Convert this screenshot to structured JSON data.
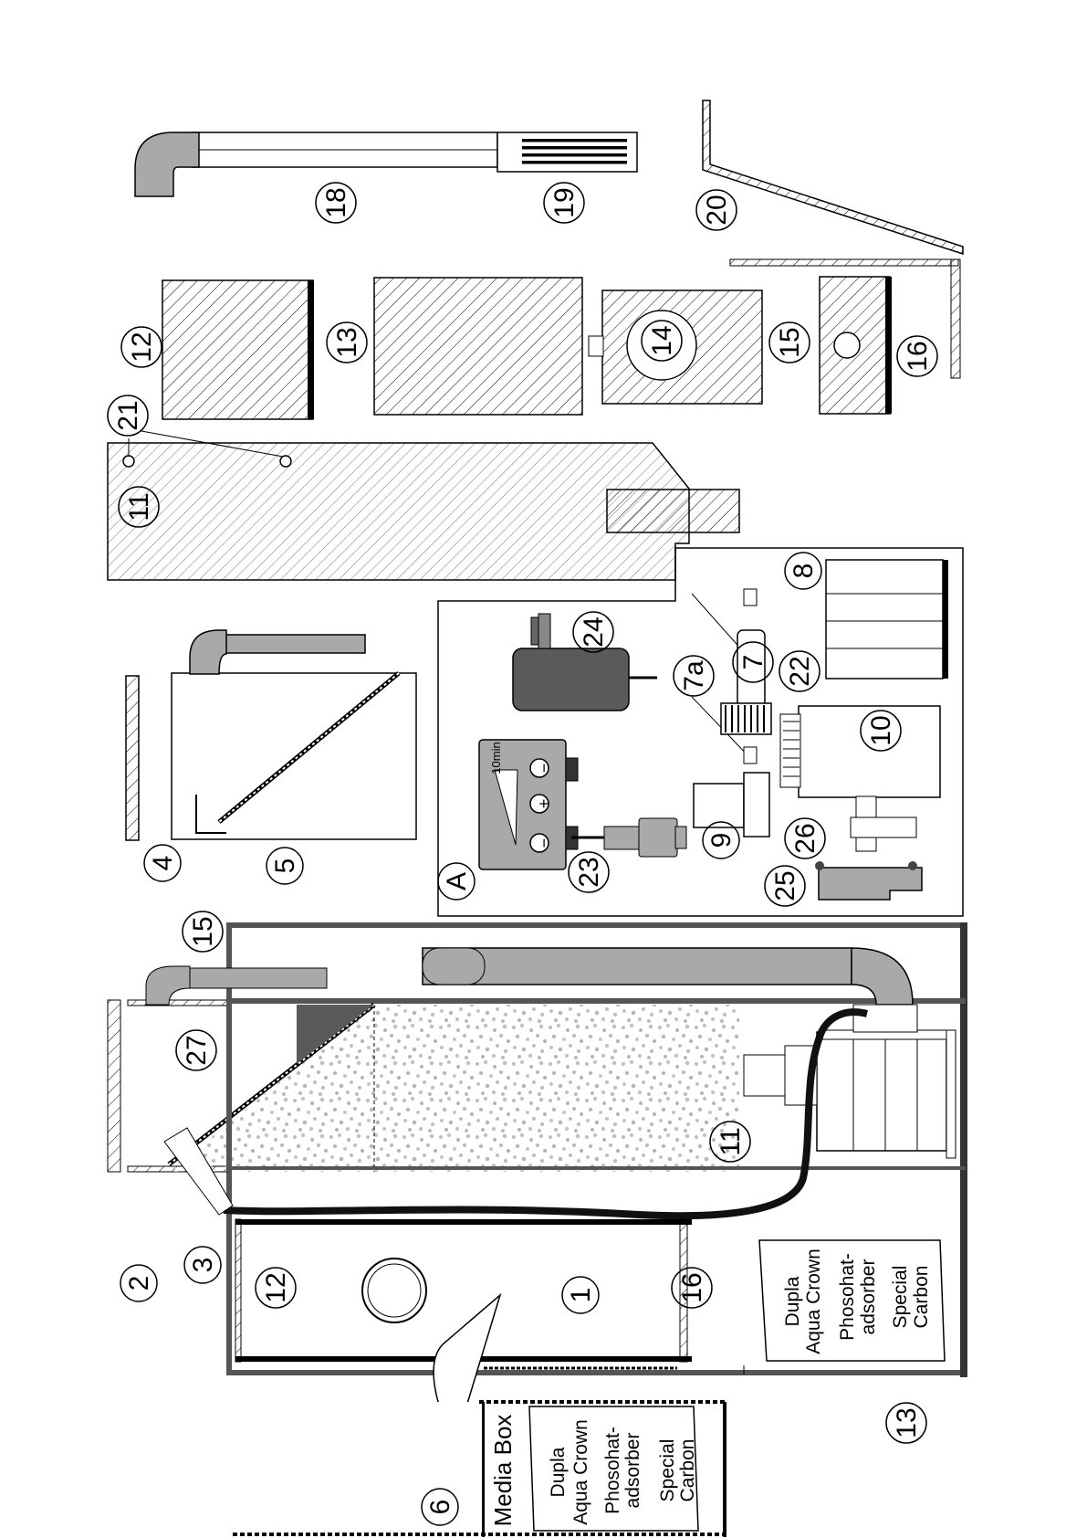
{
  "callouts": {
    "c1": "1",
    "c2": "2",
    "c3": "3",
    "c4": "4",
    "c5": "5",
    "c6": "6",
    "c7": "7",
    "c7a": "7a",
    "c8": "8",
    "c9": "9",
    "c10": "10",
    "c11": "11",
    "c12": "12",
    "c13": "13",
    "c14": "14",
    "c15": "15",
    "c16": "16",
    "c18": "18",
    "c19": "19",
    "c20": "20",
    "c21": "21",
    "c22": "22",
    "c23": "23",
    "c24": "24",
    "c25": "25",
    "c26": "26",
    "c27": "27",
    "cA": "A"
  },
  "controller": {
    "timer": "10min",
    "minus": "−",
    "plus": "+"
  },
  "media_box": {
    "title": "Media Box",
    "brand": "Dupla",
    "product": "Aqua Crown",
    "line1": "Phosohat-",
    "line2": "adsorber",
    "line3": "Special",
    "line4": "Carbon"
  },
  "colors": {
    "line": "#000000",
    "part_gray": "#a9a9a9",
    "dark_gray": "#5a5a5a",
    "media_gray": "#b8b8b8"
  }
}
